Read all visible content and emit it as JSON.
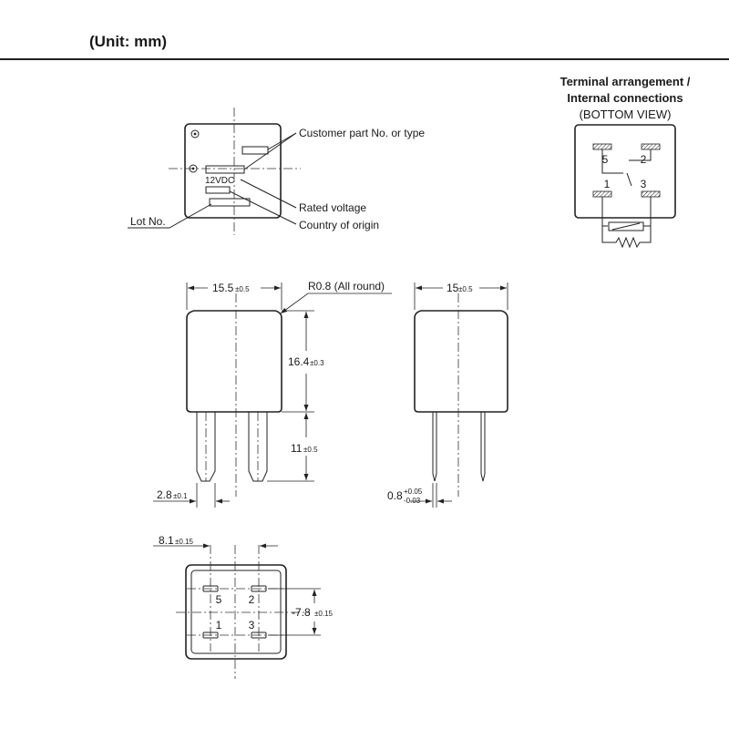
{
  "header": {
    "unit": "(Unit: mm)"
  },
  "top_view": {
    "customer_part": "Customer part No. or type",
    "voltage_marking": "12VDC",
    "rated_voltage": "Rated voltage",
    "country_origin": "Country of origin",
    "lot_no": "Lot No."
  },
  "terminal_diagram": {
    "title_line1": "Terminal arrangement /",
    "title_line2": "Internal connections",
    "title_line3": "(BOTTOM VIEW)",
    "terminals": [
      "5",
      "2",
      "1",
      "3"
    ]
  },
  "front_view": {
    "width_value": "15.5",
    "width_tol": "±0.5",
    "radius": "R0.8 (All round)",
    "height_value": "16.4",
    "height_tol": "±0.3",
    "pin_length_value": "11",
    "pin_length_tol": "±0.5",
    "pin_width_value": "2.8",
    "pin_width_tol": "±0.1"
  },
  "side_view": {
    "width_value": "15",
    "width_tol": "±0.5",
    "pin_thickness_value": "0.8",
    "tol_plus": "+0.05",
    "tol_minus": "-0.03"
  },
  "bottom_view": {
    "pitch_x_value": "8.1",
    "pitch_x_tol": "±0.15",
    "pitch_y_value": "-7.8",
    "pitch_y_tol": "±0.15",
    "terminals": [
      "5",
      "2",
      "1",
      "3"
    ]
  }
}
